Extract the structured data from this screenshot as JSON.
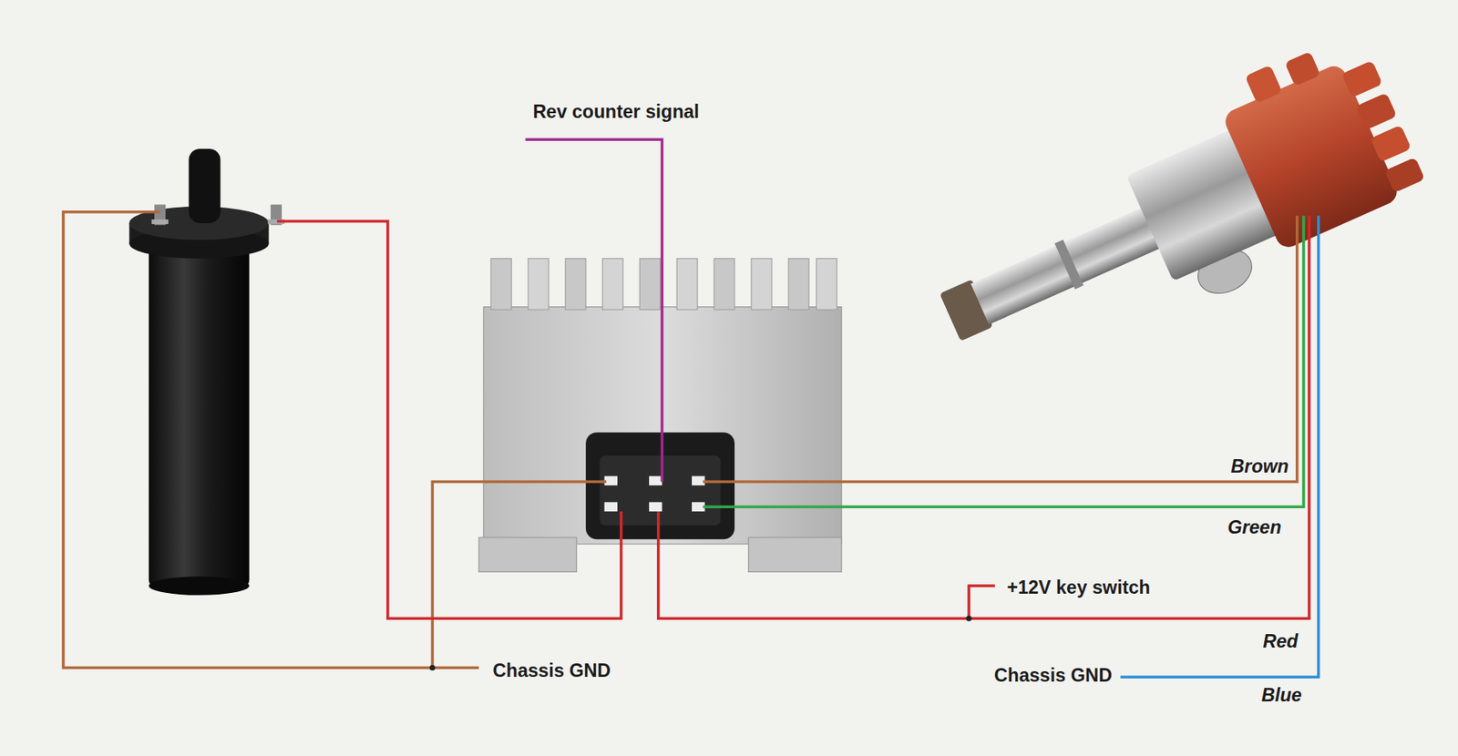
{
  "diagram": {
    "labels": [
      "Rev counter signal",
      "Brown",
      "Green",
      "+12V key switch",
      "Red",
      "Chassis GND",
      "Chassis GND",
      "Blue"
    ]
  }
}
